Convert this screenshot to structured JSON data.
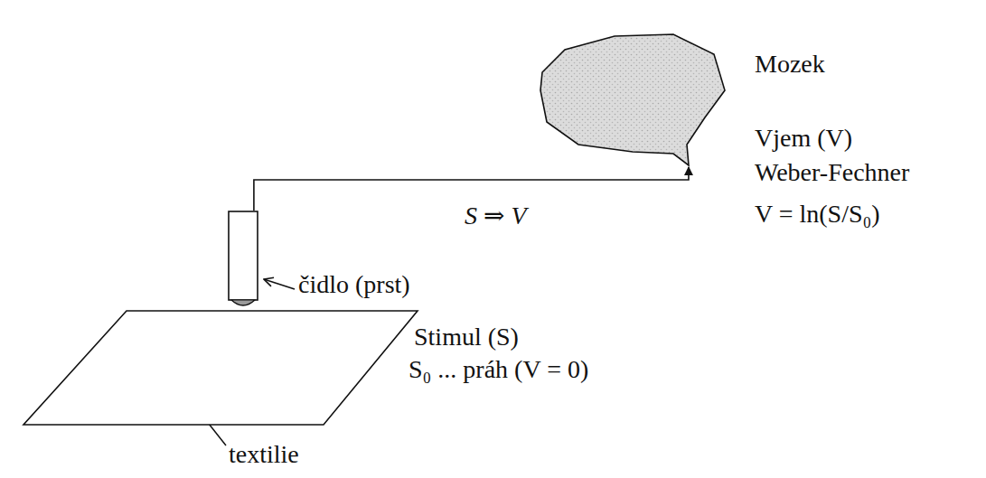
{
  "diagram": {
    "nodes": [
      {
        "text": [
          "textilie"
        ]
      },
      {
        "text": [
          "čidlo (prst)"
        ]
      },
      {
        "text": [
          "Mozek",
          "Vjem (V)",
          "Weber-Fechner",
          "V = ln(S/S₀)"
        ]
      }
    ],
    "edges": [
      {
        "from": 1,
        "to": 2,
        "arrow": "to",
        "label": "S ⇒ V"
      }
    ],
    "labels": [
      "Stimul (S)",
      "S₀ ... práh (V = 0)"
    ]
  }
}
